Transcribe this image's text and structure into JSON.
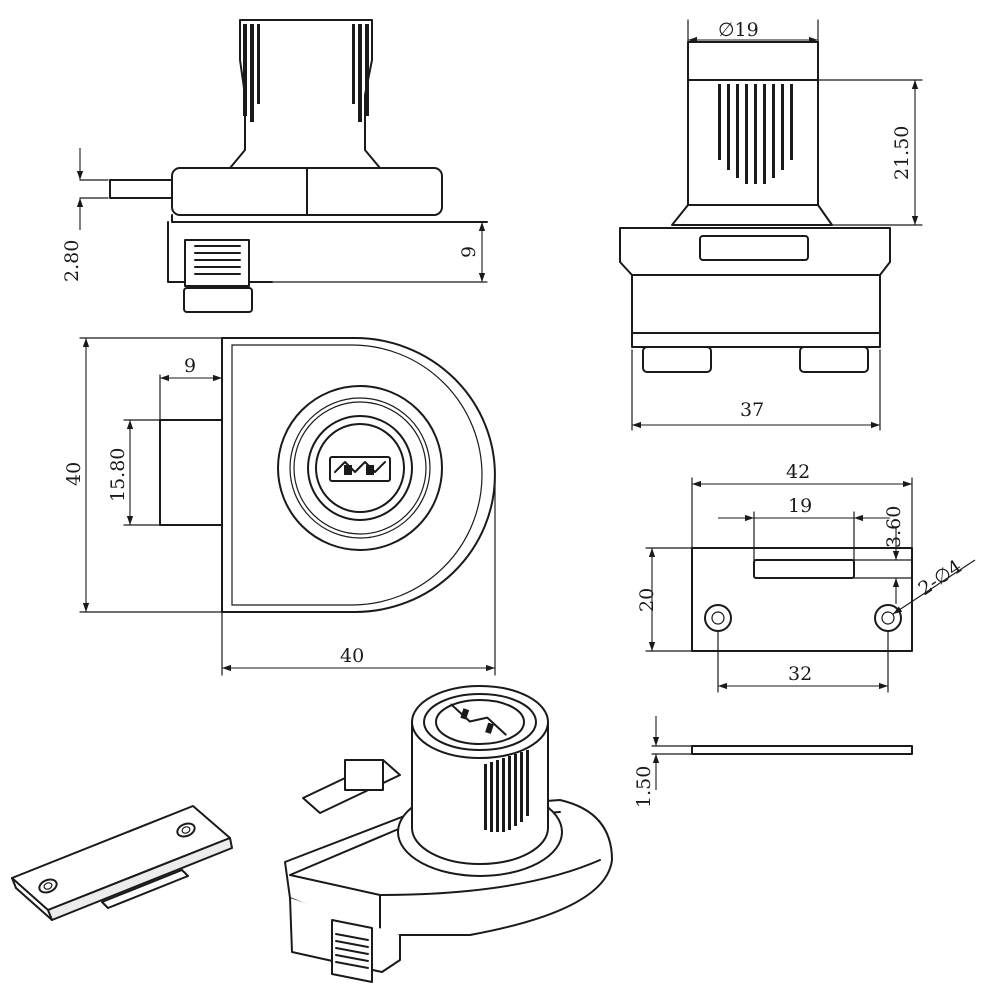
{
  "dimensions": {
    "screw_dia": "∅19",
    "knob_height": "21.50",
    "pin_height": "2.80",
    "top_gap": "9",
    "plate_width": "37",
    "front_height": "40",
    "slot_width": "9",
    "slot_height": "15.80",
    "front_width": "40",
    "strike_width": "42",
    "strike_slot_width": "19",
    "strike_offset": "3.60",
    "strike_height": "20",
    "hole_note": "2-∅4",
    "hole_spacing": "32",
    "strike_thickness": "1.50"
  }
}
